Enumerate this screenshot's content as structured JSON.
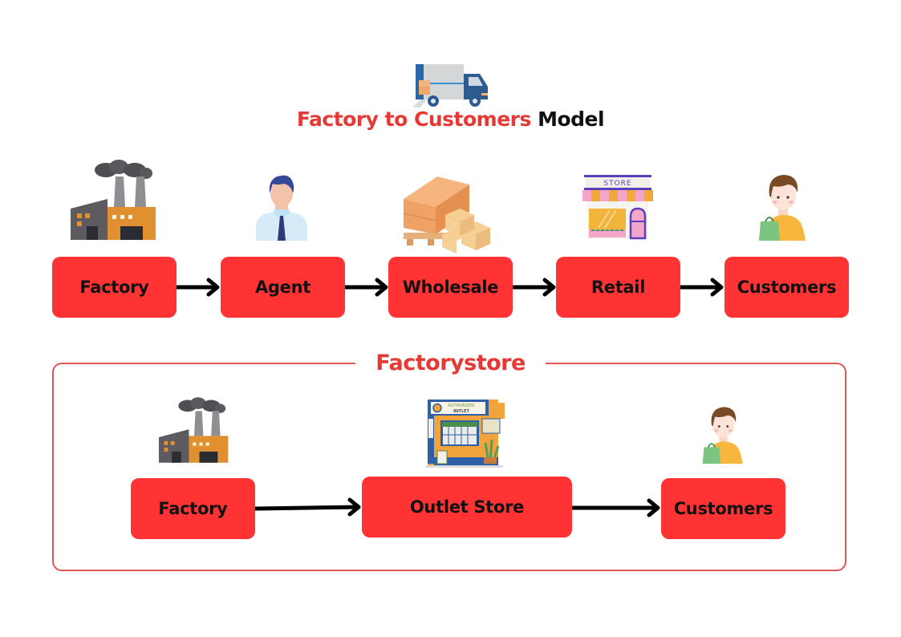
{
  "title": {
    "highlight": "Factory to Customers",
    "rest": " Model"
  },
  "traditional_chain": {
    "steps": [
      {
        "label": "Factory",
        "icon": "factory-icon"
      },
      {
        "label": "Agent",
        "icon": "businessman-icon"
      },
      {
        "label": "Wholesale",
        "icon": "pallet-boxes-icon"
      },
      {
        "label": "Retail",
        "icon": "store-icon"
      },
      {
        "label": "Customers",
        "icon": "shopper-icon"
      }
    ],
    "store_sign": "STORE"
  },
  "factorystore": {
    "label": "Factorystore",
    "steps": [
      {
        "label": "Factory",
        "icon": "factory-icon"
      },
      {
        "label": "Outlet Store",
        "icon": "outlet-store-icon"
      },
      {
        "label": "Customers",
        "icon": "shopper-icon"
      }
    ],
    "outlet_sign_line1": "AUTHORIZED",
    "outlet_sign_line2": "OUTLET"
  },
  "colors": {
    "box": "#ff3333",
    "title_red": "#e53935",
    "frame": "#e05555",
    "arrow": "#000000"
  }
}
